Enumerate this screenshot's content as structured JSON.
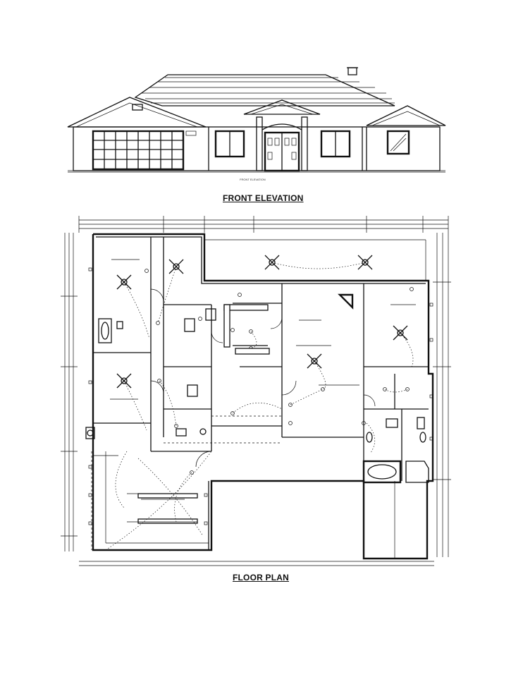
{
  "captions": {
    "front_elevation": "FRONT ELEVATION",
    "floor_plan": "FLOOR PLAN"
  },
  "elevation": {
    "sublabel": "FRONT ELEVATION"
  },
  "colors": {
    "ink": "#111111",
    "paper": "#ffffff"
  }
}
